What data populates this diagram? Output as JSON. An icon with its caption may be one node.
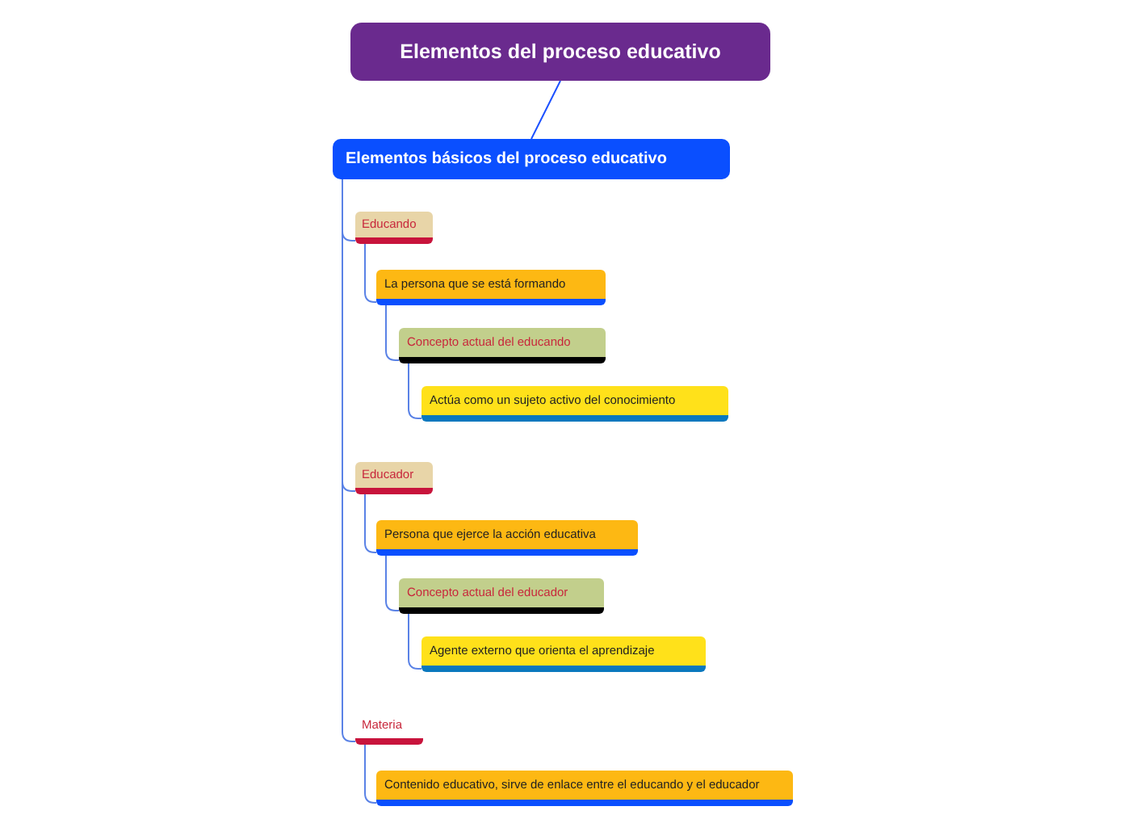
{
  "diagram": {
    "nodes": [
      {
        "text": [
          "Elementos del proceso educativo"
        ]
      },
      {
        "text": [
          "Elementos básicos del proceso educativo"
        ]
      },
      {
        "text": [
          "Educando"
        ]
      },
      {
        "text": [
          "La persona que se está formando"
        ]
      },
      {
        "text": [
          "Concepto actual del educando"
        ]
      },
      {
        "text": [
          "Actúa como un sujeto activo del conocimiento"
        ]
      },
      {
        "text": [
          "Educador"
        ]
      },
      {
        "text": [
          "Persona que ejerce la acción educativa"
        ]
      },
      {
        "text": [
          "Concepto actual del educador"
        ]
      },
      {
        "text": [
          "Agente externo que orienta el aprendizaje"
        ]
      },
      {
        "text": [
          "Materia"
        ]
      },
      {
        "text": [
          "Contenido educativo, sirve de enlace entre el educando y el educador"
        ]
      }
    ],
    "edges": [
      {
        "from": 0,
        "to": 1,
        "arrow": "none",
        "color": "#1a4fff"
      },
      {
        "from": 1,
        "to": 2,
        "arrow": "none"
      },
      {
        "from": 2,
        "to": 3,
        "arrow": "none"
      },
      {
        "from": 3,
        "to": 4,
        "arrow": "none"
      },
      {
        "from": 4,
        "to": 5,
        "arrow": "none"
      },
      {
        "from": 1,
        "to": 6,
        "arrow": "none"
      },
      {
        "from": 6,
        "to": 7,
        "arrow": "none"
      },
      {
        "from": 7,
        "to": 8,
        "arrow": "none"
      },
      {
        "from": 8,
        "to": 9,
        "arrow": "none"
      },
      {
        "from": 1,
        "to": 10,
        "arrow": "none"
      },
      {
        "from": 10,
        "to": 11,
        "arrow": "none"
      }
    ]
  }
}
